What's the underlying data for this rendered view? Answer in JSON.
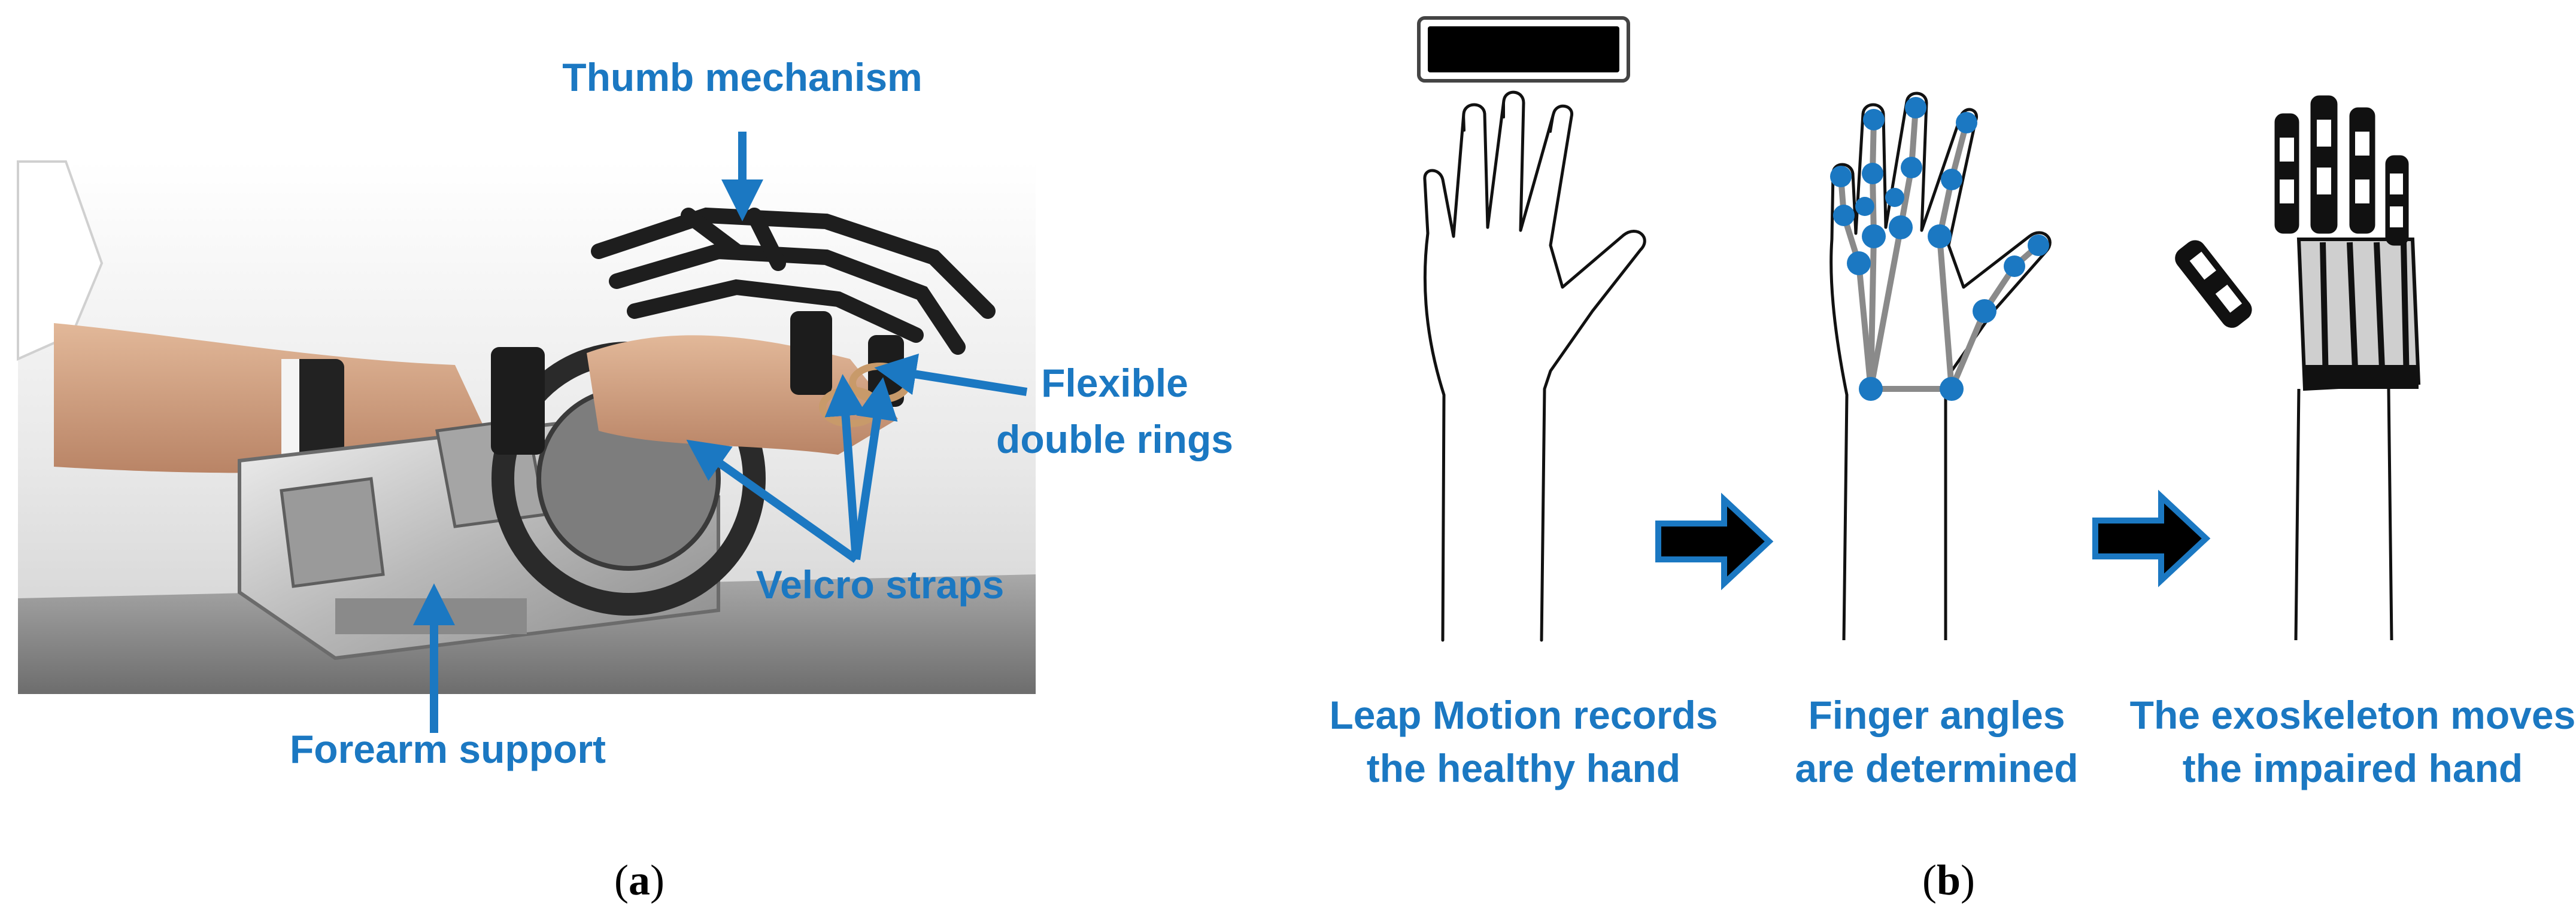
{
  "panel_a": {
    "labels": {
      "thumb": "Thumb mechanism",
      "rings_1": "Flexible",
      "rings_2": "double rings",
      "velcro": "Velcro straps",
      "forearm": "Forearm support"
    },
    "panel_open": "(",
    "panel_letter": "a",
    "panel_close": ")"
  },
  "panel_b": {
    "steps": [
      {
        "line1": "Leap Motion records",
        "line2": "the healthy hand"
      },
      {
        "line1": "Finger angles",
        "line2": "are determined"
      },
      {
        "line1": "The exoskeleton moves",
        "line2": "the impaired hand"
      }
    ],
    "panel_open": "(",
    "panel_letter": "b",
    "panel_close": ")"
  },
  "colors": {
    "accent": "#1b78c2",
    "joint": "#1b78c2",
    "arrow_fill": "#000000"
  }
}
